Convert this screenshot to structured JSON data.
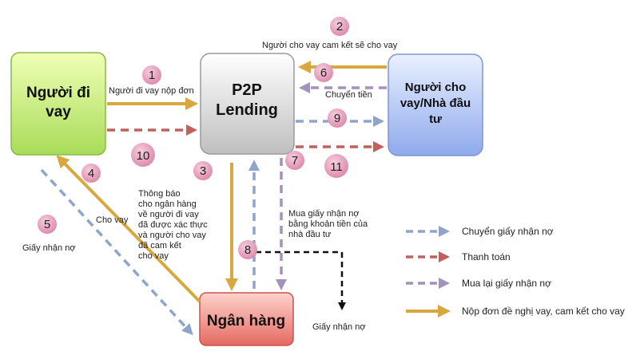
{
  "nodes": {
    "borrower": [
      "Người đi",
      "vay"
    ],
    "platform": [
      "P2P",
      "Lending"
    ],
    "lender": [
      "Người cho",
      "vay/Nhà đầu",
      "tư"
    ],
    "bank": "Ngân hàng"
  },
  "step_numbers": [
    "1",
    "2",
    "3",
    "4",
    "5",
    "6",
    "7",
    "8",
    "9",
    "10",
    "11"
  ],
  "labels": {
    "borrower_apply": "Người đi vay  nộp đơn",
    "lender_commit": "Người cho vay cam kết sẽ cho vay",
    "transfer_money": "Chuyển tiền",
    "bank_notice": [
      "Thông báo",
      "cho ngân hàng",
      "về người đi vay",
      "đã được xác thực",
      "và người cho vay",
      "đã cam kết",
      "cho vay"
    ],
    "lend": "Cho vay",
    "promissory_note_left": "Giấy nhận nợ",
    "buy_notes": [
      "Mua giấy nhận nợ",
      "bằng khoản tiền của",
      "nhà đầu tư"
    ],
    "promissory_note_bottom": "Giấy nhận nợ"
  },
  "legend": [
    {
      "label": "Chuyển giấy nhận nợ",
      "color": "#8ea4cc",
      "style": "dashed"
    },
    {
      "label": "Thanh toán",
      "color": "#c2605c",
      "style": "dashed"
    },
    {
      "label": "Mua lại giấy nhận nợ",
      "color": "#a392bb",
      "style": "dashed"
    },
    {
      "label": "Nộp đơn đề nghị vay, cam kết cho vay",
      "color": "#d8a83e",
      "style": "solid"
    }
  ],
  "colors": {
    "gold": "#d8a83e",
    "blue": "#8ea4cc",
    "red": "#c2605c",
    "purple": "#a392bb",
    "black": "#111111",
    "badge": "#e7a3bf"
  }
}
